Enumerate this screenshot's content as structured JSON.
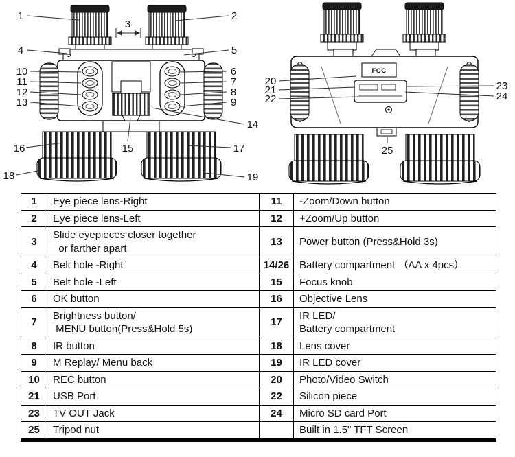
{
  "diagram": {
    "fcc_label": "FCC",
    "callouts": {
      "n1": "1",
      "n2": "2",
      "n3": "3",
      "n4": "4",
      "n5": "5",
      "n6": "6",
      "n7": "7",
      "n8": "8",
      "n9": "9",
      "n10": "10",
      "n11": "11",
      "n12": "12",
      "n13": "13",
      "n14": "14",
      "n15": "15",
      "n16": "16",
      "n17": "17",
      "n18": "18",
      "n19": "19",
      "n20": "20",
      "n21": "21",
      "n22": "22",
      "n23": "23",
      "n24": "24",
      "n25": "25"
    }
  },
  "table": {
    "rows": [
      {
        "l_num": "1",
        "l_desc": "Eye piece lens-Right",
        "r_num": "11",
        "r_desc": "-Zoom/Down button"
      },
      {
        "l_num": "2",
        "l_desc": "Eye piece lens-Left",
        "r_num": "12",
        "r_desc": "+Zoom/Up button"
      },
      {
        "l_num": "3",
        "l_desc": "Slide eyepieces closer together\n  or farther apart",
        "r_num": "13",
        "r_desc": "Power button (Press&Hold 3s)"
      },
      {
        "l_num": "4",
        "l_desc": "Belt hole -Right",
        "r_num": "14/26",
        "r_desc": "Battery compartment （AA x 4pcs）"
      },
      {
        "l_num": "5",
        "l_desc": "Belt hole -Left",
        "r_num": "15",
        "r_desc": "Focus knob"
      },
      {
        "l_num": "6",
        "l_desc": "OK button",
        "r_num": "16",
        "r_desc": "Objective Lens"
      },
      {
        "l_num": "7",
        "l_desc": "Brightness button/\n MENU button(Press&Hold 5s)",
        "r_num": "17",
        "r_desc": "IR LED/\nBattery compartment"
      },
      {
        "l_num": "8",
        "l_desc": "IR button",
        "r_num": "18",
        "r_desc": "Lens cover"
      },
      {
        "l_num": "9",
        "l_desc": "M Replay/ Menu back",
        "r_num": "19",
        "r_desc": "IR LED cover"
      },
      {
        "l_num": "10",
        "l_desc": "REC button",
        "r_num": "20",
        "r_desc": "Photo/Video Switch"
      },
      {
        "l_num": "21",
        "l_desc": "USB Port",
        "r_num": "22",
        "r_desc": "Silicon piece"
      },
      {
        "l_num": "23",
        "l_desc": "TV OUT Jack",
        "r_num": "24",
        "r_desc": "Micro SD card Port"
      },
      {
        "l_num": "25",
        "l_desc": "Tripod nut",
        "r_num": "",
        "r_desc": "Built in 1.5\" TFT Screen"
      }
    ]
  }
}
